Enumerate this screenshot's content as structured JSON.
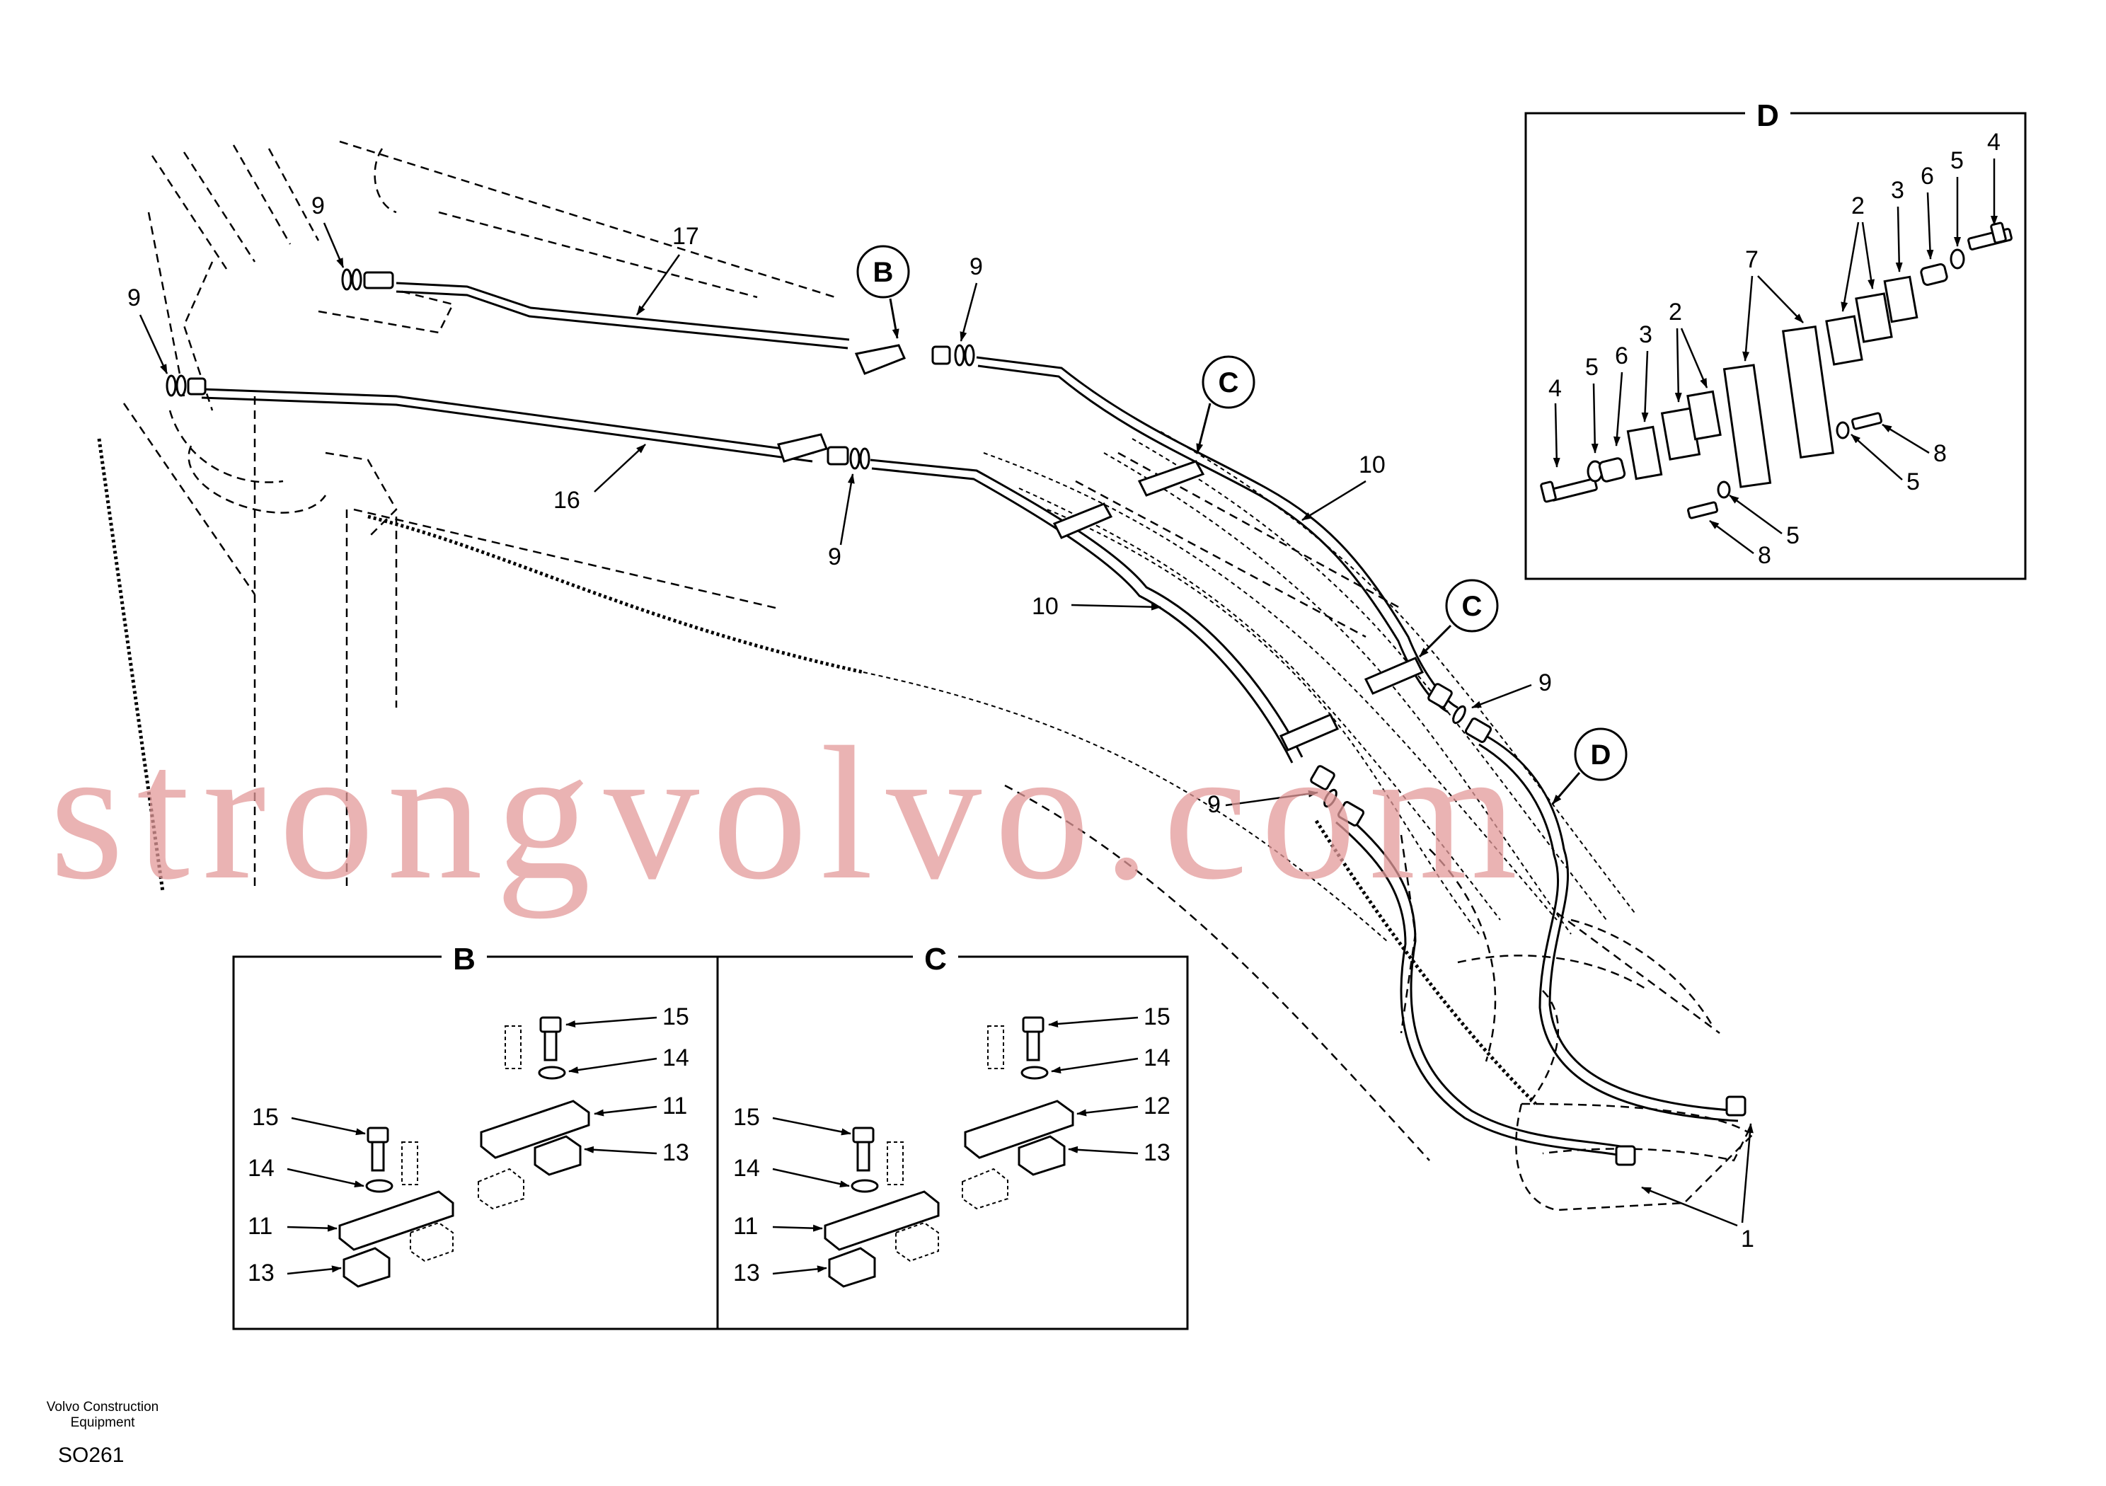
{
  "watermark": "strongvolvo.com",
  "footer": {
    "company_line1": "Volvo Construction",
    "company_line2": "Equipment",
    "code": "SO261"
  },
  "callouts": {
    "b": "B",
    "c1": "C",
    "c2": "C",
    "d": "D"
  },
  "detail_d": {
    "title": "D",
    "labels": {
      "l4a": "4",
      "l5a": "5",
      "l6a": "6",
      "l3a": "3",
      "l2a": "2",
      "l7": "7",
      "l2b": "2",
      "l3b": "3",
      "l6b": "6",
      "l5b": "5",
      "l4b": "4",
      "l8a": "8",
      "l5c": "5",
      "l8b": "8",
      "l5d": "5"
    }
  },
  "detail_b": {
    "title": "B",
    "labels": {
      "l15a": "15",
      "l14a": "14",
      "l11a": "11",
      "l13a": "13",
      "l15b": "15",
      "l14b": "14",
      "l11b": "11",
      "l13b": "13"
    }
  },
  "detail_c": {
    "title": "C",
    "labels": {
      "l15a": "15",
      "l14a": "14",
      "l12": "12",
      "l13a": "13",
      "l15b": "15",
      "l14b": "14",
      "l11": "11",
      "l13b": "13"
    }
  },
  "main_labels": {
    "l9a": "9",
    "l9b": "9",
    "l17": "17",
    "l9c": "9",
    "l16": "16",
    "l9d": "9",
    "l10a": "10",
    "l10b": "10",
    "l9e": "9",
    "l9f": "9",
    "l1": "1"
  }
}
